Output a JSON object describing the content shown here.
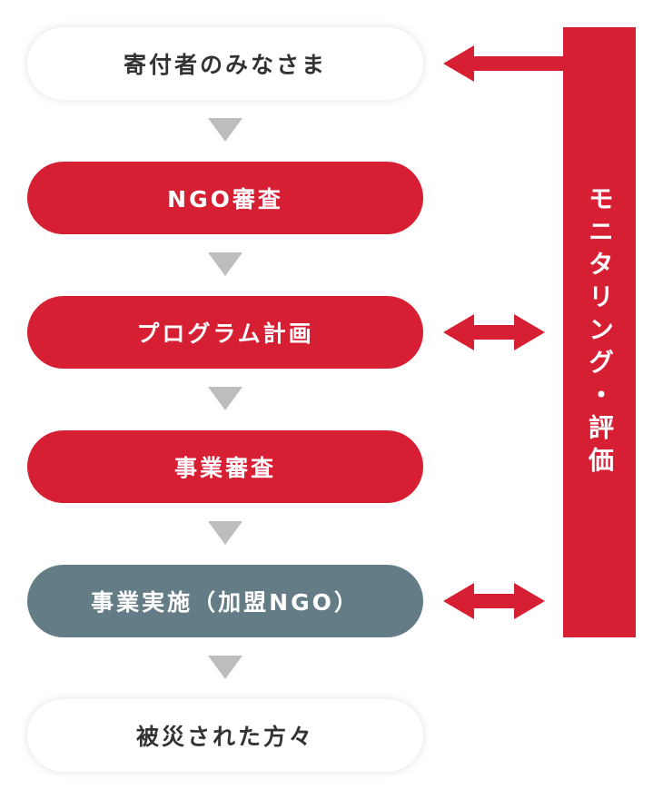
{
  "flow": {
    "steps": [
      {
        "label": "寄付者のみなさま",
        "style": "white"
      },
      {
        "label": "NGO審査",
        "style": "red"
      },
      {
        "label": "プログラム計画",
        "style": "red"
      },
      {
        "label": "事業審査",
        "style": "red"
      },
      {
        "label": "事業実施（加盟NGO）",
        "style": "gray"
      },
      {
        "label": "被災された方々",
        "style": "white"
      }
    ]
  },
  "side_bar": {
    "label": "モニタリング・評価"
  },
  "colors": {
    "primary_red": "#d71f34",
    "gray_box": "#647c86",
    "arrow_gray": "#bdbdbd",
    "text_dark": "#333333"
  }
}
